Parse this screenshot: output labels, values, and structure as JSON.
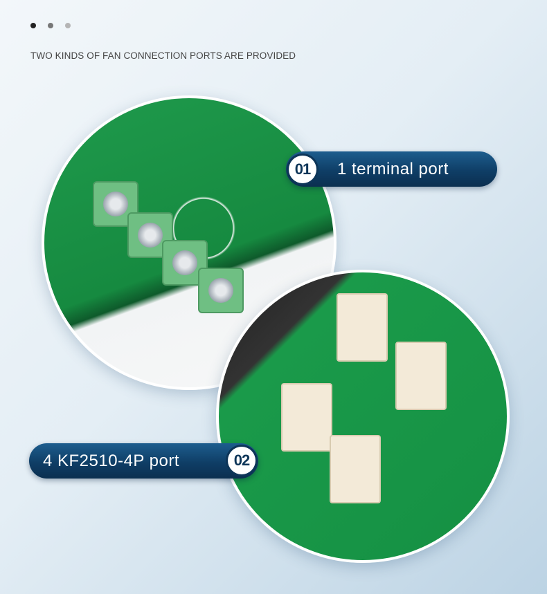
{
  "pagination": {
    "dots": [
      {
        "color": "#222222",
        "active": true
      },
      {
        "color": "#777777",
        "active": false
      },
      {
        "color": "#b5b5b5",
        "active": false
      }
    ]
  },
  "subtitle": "TWO KINDS OF FAN CONNECTION PORTS ARE PROVIDED",
  "callouts": [
    {
      "number": "01",
      "label": "1 terminal port"
    },
    {
      "number": "02",
      "label": "4 KF2510-4P port"
    }
  ]
}
